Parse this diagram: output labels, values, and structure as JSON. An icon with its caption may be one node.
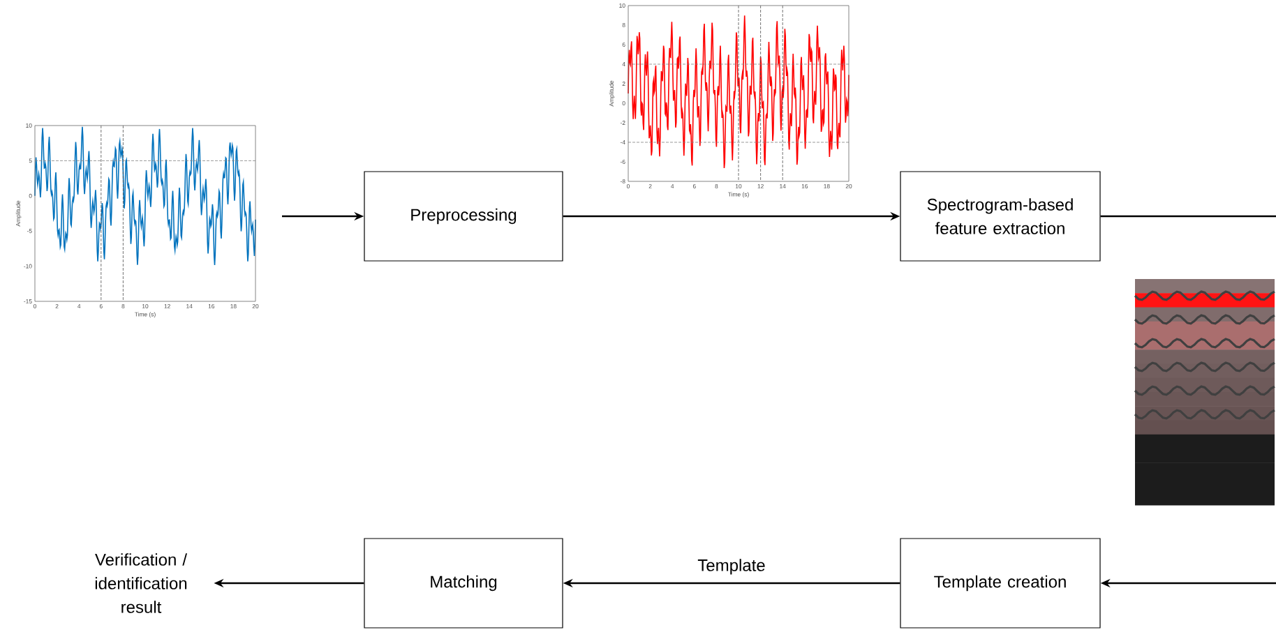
{
  "diagram": {
    "nodes": [
      {
        "text": [],
        "shape": "picture"
      },
      {
        "text": [
          "Preprocessing"
        ]
      },
      {
        "text": [
          "Spectrogram-based feature extraction"
        ]
      },
      {
        "text": [
          "Template creation"
        ]
      },
      {
        "text": [
          "Matching"
        ]
      },
      {
        "text": [
          "Verification / identification result"
        ]
      },
      {
        "text": [],
        "shape": "picture"
      },
      {
        "text": [],
        "shape": "picture"
      }
    ],
    "edges": [
      {
        "from": 0,
        "to": 1,
        "arrow": "to"
      },
      {
        "from": 1,
        "to": 2,
        "arrow": "to"
      },
      {
        "from": 2,
        "to": null,
        "arrow": "none"
      },
      {
        "from": null,
        "to": 3,
        "arrow": "to"
      },
      {
        "from": 3,
        "to": 4,
        "arrow": "to",
        "label": "Template"
      },
      {
        "from": 4,
        "to": 5,
        "arrow": "to"
      }
    ],
    "labels": [
      "10",
      "8",
      "6",
      "4",
      "2",
      "0",
      "-2",
      "-4",
      "-6",
      "-8",
      "Amplitude",
      "0",
      "2",
      "4",
      "6",
      "8",
      "10",
      "12",
      "14",
      "16",
      "18",
      "20",
      "Time (s)",
      "10",
      "5",
      "0",
      "-5",
      "-10",
      "-15",
      "Amplitude",
      "0",
      "2",
      "4",
      "6",
      "8",
      "10",
      "12",
      "14",
      "16",
      "18",
      "20",
      "Time (s)"
    ]
  }
}
